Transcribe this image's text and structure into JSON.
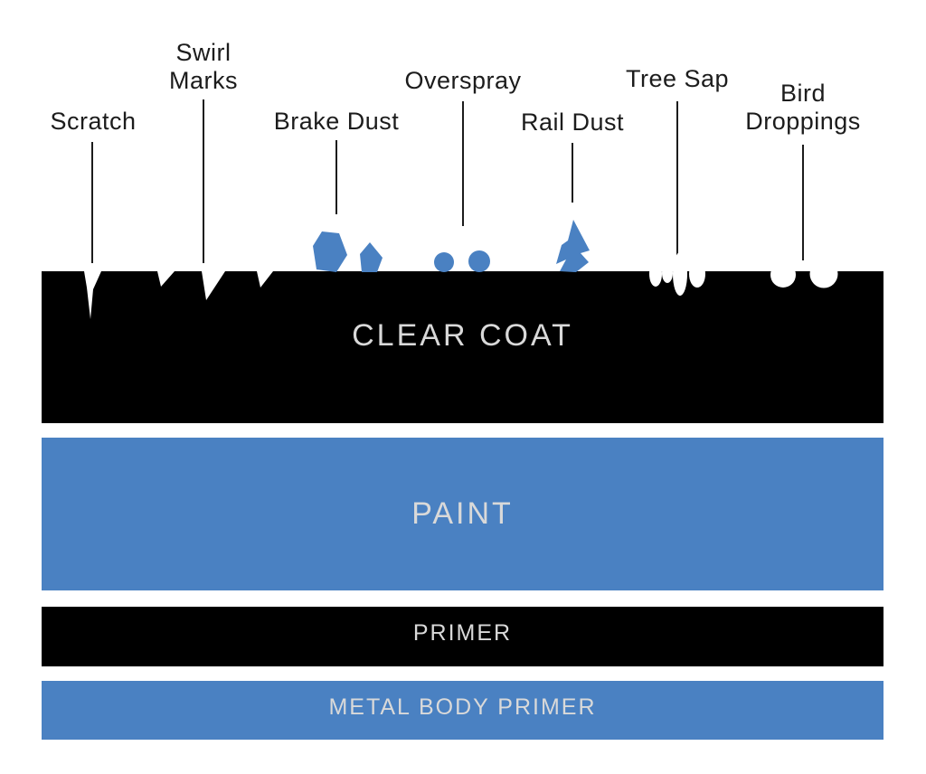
{
  "title": "Car paint layer contamination diagram",
  "colors": {
    "blue": "#4a81c2",
    "black": "#000000",
    "white": "#ffffff",
    "layer_label_text": "#d9d9d9",
    "annotation_text": "#1c1c1c",
    "leader_line": "#1c1c1c"
  },
  "annotations": {
    "scratch": {
      "label": "Scratch"
    },
    "swirl_marks": {
      "line1": "Swirl",
      "line2": "Marks"
    },
    "brake_dust": {
      "label": "Brake Dust"
    },
    "overspray": {
      "label": "Overspray"
    },
    "rail_dust": {
      "label": "Rail Dust"
    },
    "tree_sap": {
      "label": "Tree Sap"
    },
    "bird_droppings": {
      "line1": "Bird",
      "line2": "Droppings"
    }
  },
  "layers": {
    "clear_coat": {
      "label": "CLEAR COAT",
      "color": "#000000"
    },
    "paint": {
      "label": "PAINT",
      "color": "#4a81c2"
    },
    "primer": {
      "label": "PRIMER",
      "color": "#000000"
    },
    "metal_body_primer": {
      "label": "METAL BODY PRIMER",
      "color": "#4a81c2"
    }
  }
}
